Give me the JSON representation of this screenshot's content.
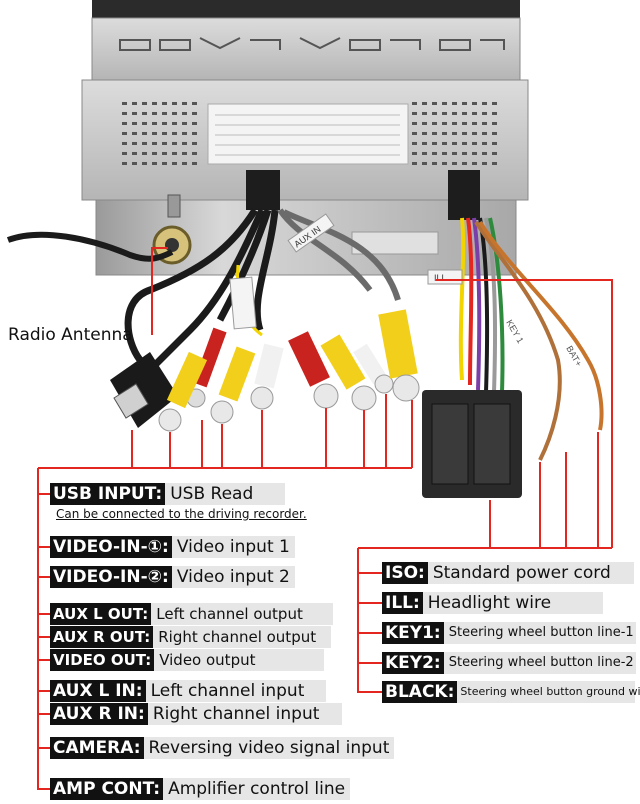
{
  "antenna_label": "Radio Antenna",
  "sticker": {
    "side": "ILL",
    "aux": "AUX IN",
    "key": "KEY 1",
    "bat": "BAT+"
  },
  "colors": {
    "wire": "#e3261f",
    "label_bg": "#111111",
    "desc_bg": "#e6e6e6",
    "rca_red": "#c8231e",
    "rca_yellow": "#f2cf1a",
    "rca_white": "#f1f1f1"
  },
  "left_labels": [
    {
      "key": "USB INPUT:",
      "desc": "USB Read",
      "note": "Can be connected to the driving recorder."
    },
    {
      "key": "VIDEO-IN-①:",
      "desc": "Video input 1"
    },
    {
      "key": "VIDEO-IN-②:",
      "desc": "Video input 2"
    },
    {
      "key": "AUX L OUT:",
      "desc": "Left channel output"
    },
    {
      "key": "AUX R OUT:",
      "desc": "Right channel output"
    },
    {
      "key": "VIDEO OUT:",
      "desc": "Video output"
    },
    {
      "key": "AUX L IN:",
      "desc": "Left channel input"
    },
    {
      "key": "AUX R IN:",
      "desc": "Right channel input"
    },
    {
      "key": "CAMERA:",
      "desc": "Reversing video signal input"
    },
    {
      "key": "AMP CONT:",
      "desc": "Amplifier control line"
    }
  ],
  "right_labels": [
    {
      "key": "ISO:",
      "desc": "Standard power cord"
    },
    {
      "key": "ILL:",
      "desc": "Headlight wire"
    },
    {
      "key": "KEY1:",
      "desc": "Steering wheel button line-1"
    },
    {
      "key": "KEY2:",
      "desc": "Steering wheel button line-2"
    },
    {
      "key": "BLACK:",
      "desc": "Steering wheel button ground wire"
    }
  ]
}
